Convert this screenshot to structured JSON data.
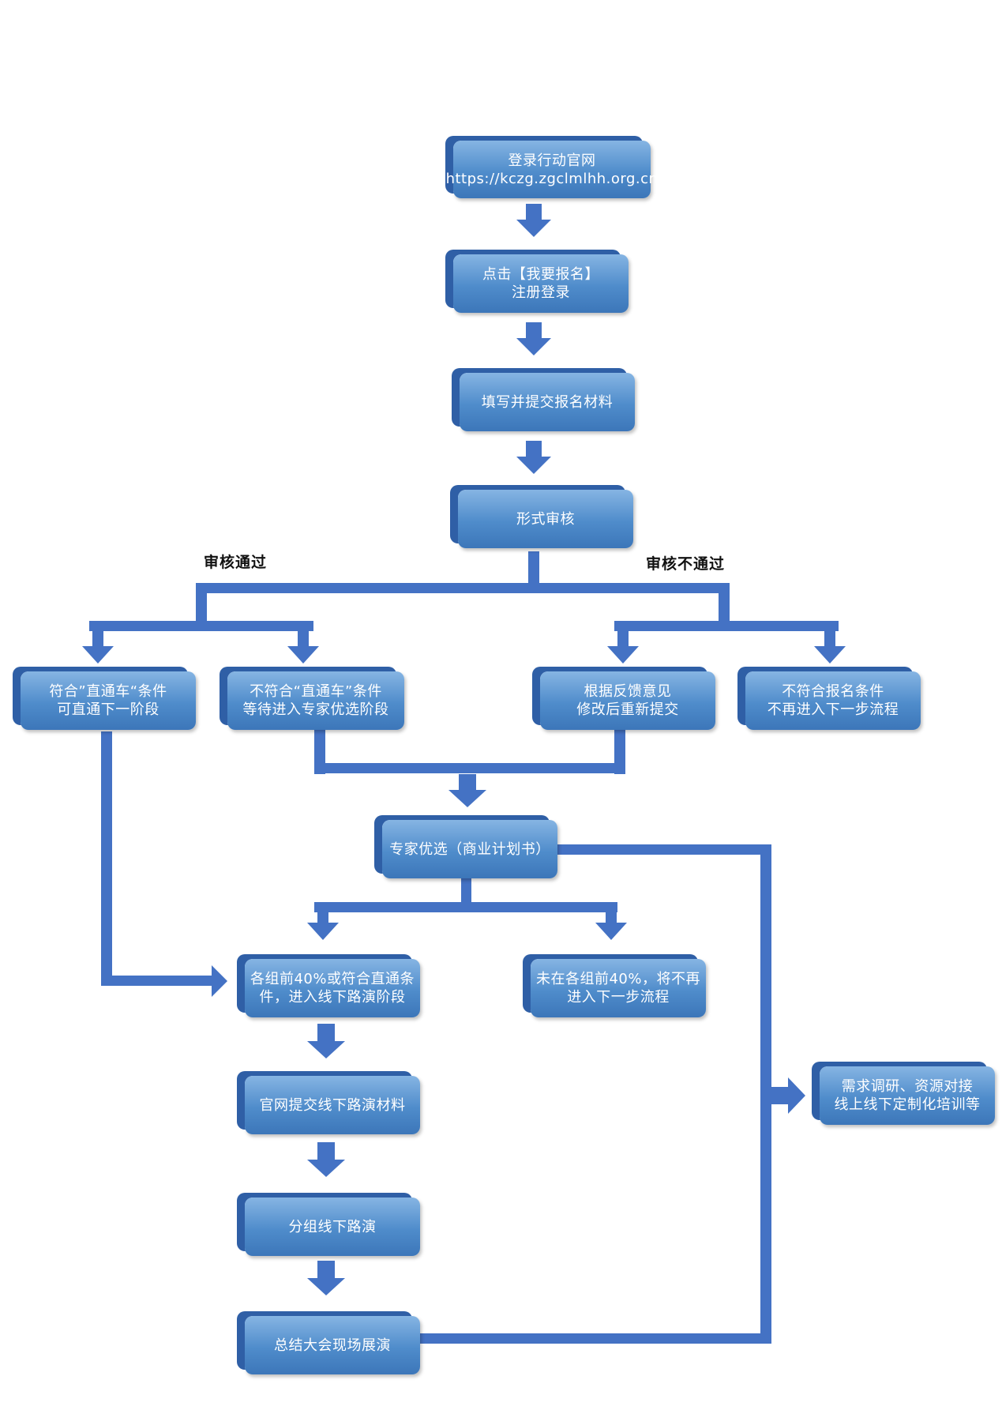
{
  "nodes": {
    "login": "登录行动官网\nhttps://kczg.zgclmlhh.org.cn",
    "register": "点击【我要报名】\n注册登录",
    "fill": "填写并提交报名材料",
    "review": "形式审核",
    "direct": "符合”直通车“条件\n可直通下一阶段",
    "not_direct": "不符合“直通车”条件\n等待进入专家优选阶段",
    "resubmit": "根据反馈意见\n修改后重新提交",
    "reject": "不符合报名条件\n不再进入下一步流程",
    "expert": "专家优选（商业计划书）",
    "top40": "各组前40%或符合直通条\n件，进入线下路演阶段",
    "not_top40": "未在各组前40%，将不再\n进入下一步流程",
    "submit_offline": "官网提交线下路演材料",
    "roadshow": "分组线下路演",
    "summary": "总结大会现场展演",
    "support": "需求调研、资源对接\n线上线下定制化培训等"
  },
  "labels": {
    "pass": "审核通过",
    "fail": "审核不通过"
  },
  "colors": {
    "line": "#4472c4",
    "node_dark": "#2f5fa6",
    "node_light": "#86b5e3"
  }
}
